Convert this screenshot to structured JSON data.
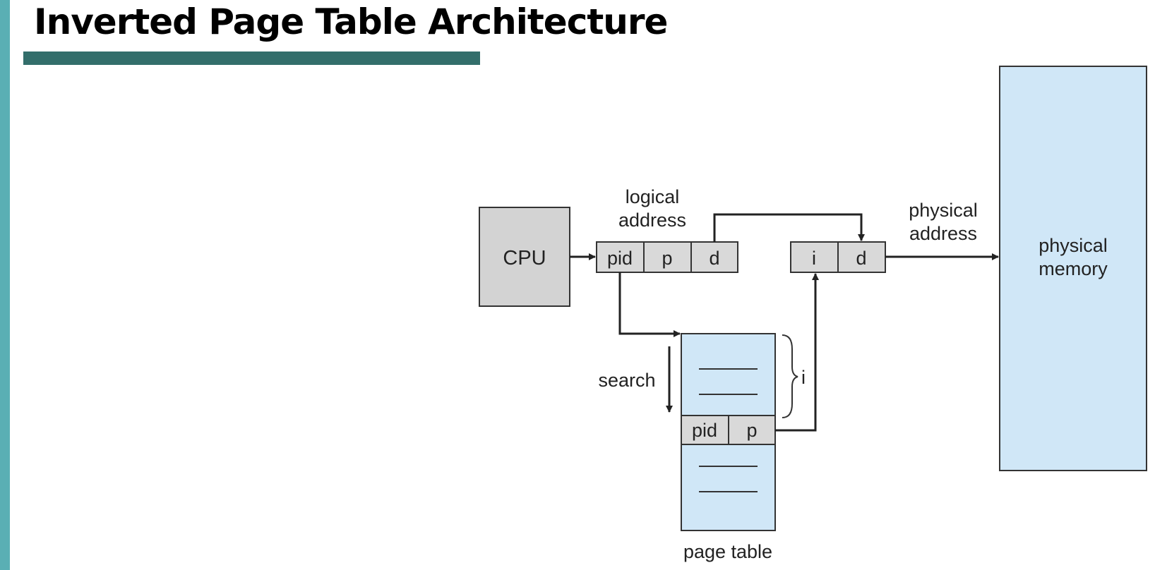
{
  "slide": {
    "title": "Inverted Page Table Architecture"
  },
  "diagram": {
    "cpu_label": "CPU",
    "logical_address": {
      "label_line1": "logical",
      "label_line2": "address",
      "fields": [
        "pid",
        "p",
        "d"
      ]
    },
    "physical_address": {
      "label_line1": "physical",
      "label_line2": "address",
      "fields": [
        "i",
        "d"
      ]
    },
    "physical_memory": {
      "label_line1": "physical",
      "label_line2": "memory"
    },
    "page_table": {
      "label": "page table",
      "entry_fields": [
        "pid",
        "p"
      ],
      "search_label": "search",
      "index_label": "i"
    }
  },
  "colors": {
    "side_bar": "#5aafb4",
    "title_rule": "#336e6b",
    "memory_fill": "#d0e7f7",
    "register_fill": "#d9d9d9",
    "cpu_fill": "#d3d3d3"
  }
}
